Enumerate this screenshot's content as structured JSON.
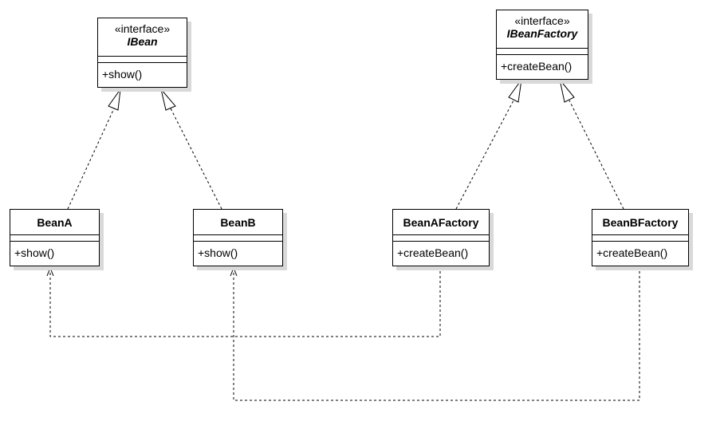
{
  "diagram": {
    "interfaces": {
      "ibean": {
        "stereotype": "«interface»",
        "name": "IBean",
        "operation": "+show()"
      },
      "ibeanfactory": {
        "stereotype": "«interface»",
        "name": "IBeanFactory",
        "operation": "+createBean()"
      }
    },
    "classes": {
      "beana": {
        "name": "BeanA",
        "operation": "+show()"
      },
      "beanb": {
        "name": "BeanB",
        "operation": "+show()"
      },
      "beanafactory": {
        "name": "BeanAFactory",
        "operation": "+createBean()"
      },
      "beanbfactory": {
        "name": "BeanBFactory",
        "operation": "+createBean()"
      }
    },
    "relations": [
      {
        "type": "realization",
        "from": "BeanA",
        "to": "IBean"
      },
      {
        "type": "realization",
        "from": "BeanB",
        "to": "IBean"
      },
      {
        "type": "realization",
        "from": "BeanAFactory",
        "to": "IBeanFactory"
      },
      {
        "type": "realization",
        "from": "BeanBFactory",
        "to": "IBeanFactory"
      },
      {
        "type": "dependency",
        "from": "BeanAFactory",
        "to": "BeanA"
      },
      {
        "type": "dependency",
        "from": "BeanBFactory",
        "to": "BeanB"
      }
    ]
  }
}
